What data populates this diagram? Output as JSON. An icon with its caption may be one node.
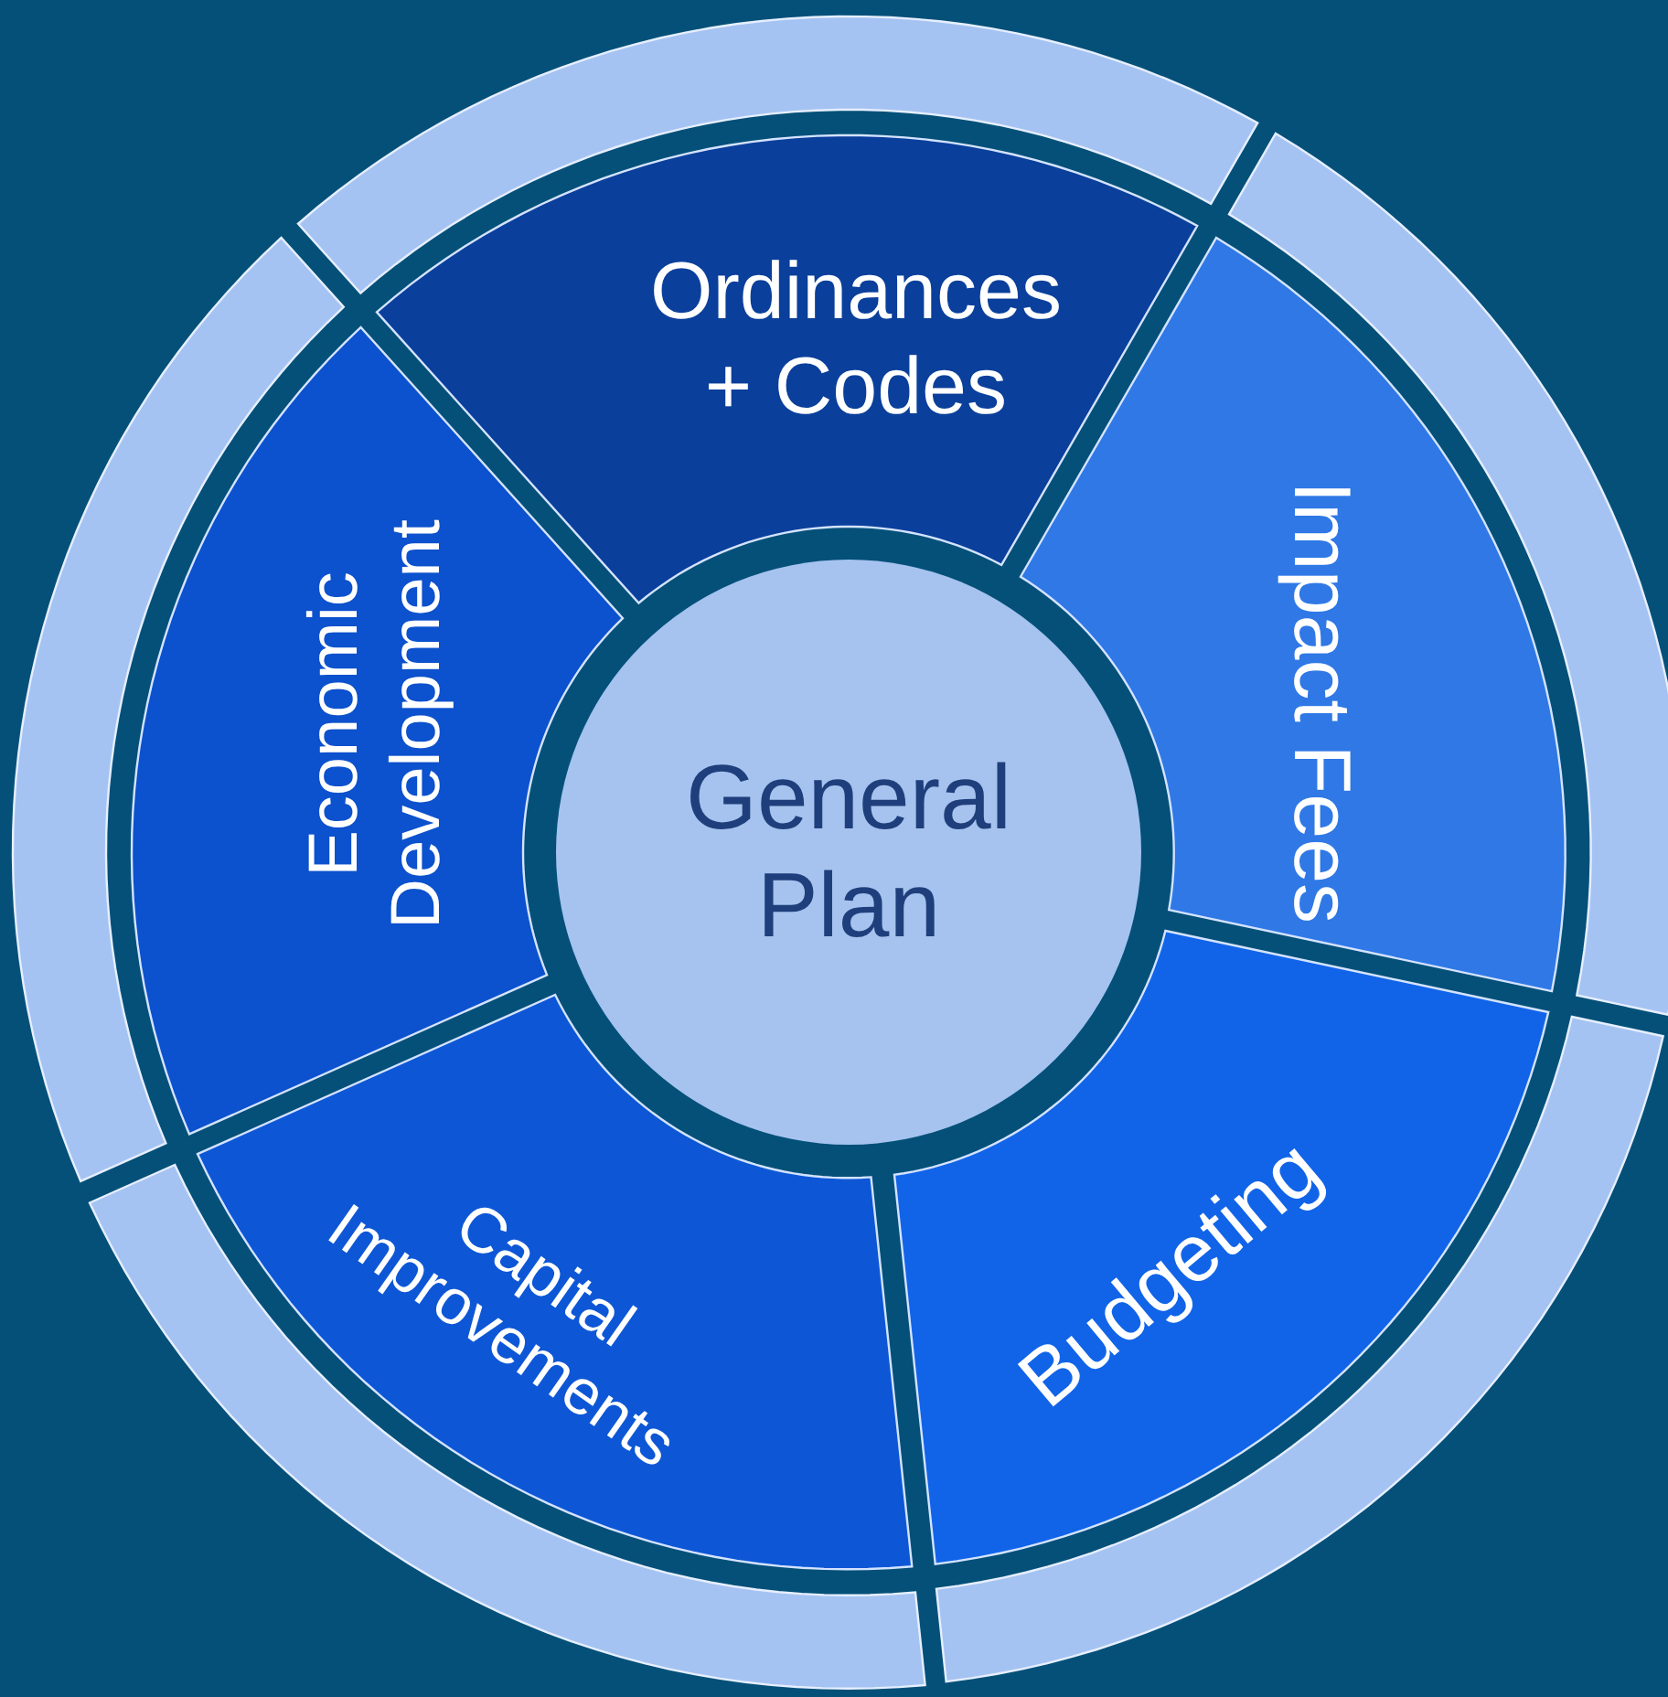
{
  "diagram": {
    "nodes": [
      {
        "text": [
          "General Plan"
        ]
      },
      {
        "text": [
          "Ordinances + Codes"
        ]
      },
      {
        "text": [
          "Impact Fees"
        ]
      },
      {
        "text": [
          "Budgeting"
        ]
      },
      {
        "text": [
          "Capital Improvements"
        ]
      },
      {
        "text": [
          "Economic Development"
        ]
      },
      {
        "text": [],
        "shape": "band"
      },
      {
        "text": [],
        "shape": "band"
      },
      {
        "text": [],
        "shape": "band"
      },
      {
        "text": [],
        "shape": "band"
      },
      {
        "text": [],
        "shape": "band"
      }
    ]
  }
}
